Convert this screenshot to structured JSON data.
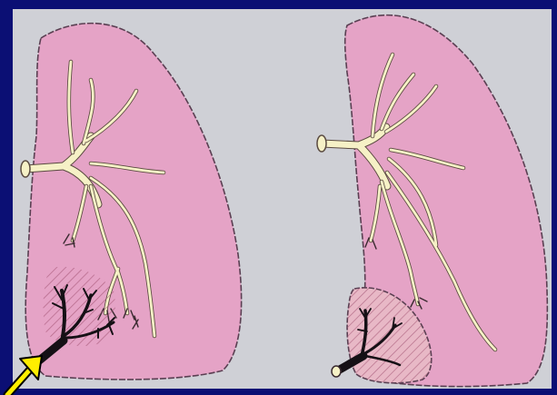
{
  "diagram": {
    "lungs": [
      {
        "id": "left-lung",
        "has_collapsed_segment": false
      },
      {
        "id": "right-lung",
        "has_collapsed_segment": true
      }
    ],
    "colors": {
      "frame": "#0b0f74",
      "panel": "#cfd0d6",
      "lung_fill": "#e5a3c6",
      "lung_outline": "#5a3f52",
      "bronchus_fill": "#f6f1c6",
      "obstructed_branch": "#151015",
      "hatching": "#a05070",
      "arrow": "#ffee00"
    },
    "pointer": {
      "icon": "arrow-icon",
      "direction": "up-right"
    }
  }
}
